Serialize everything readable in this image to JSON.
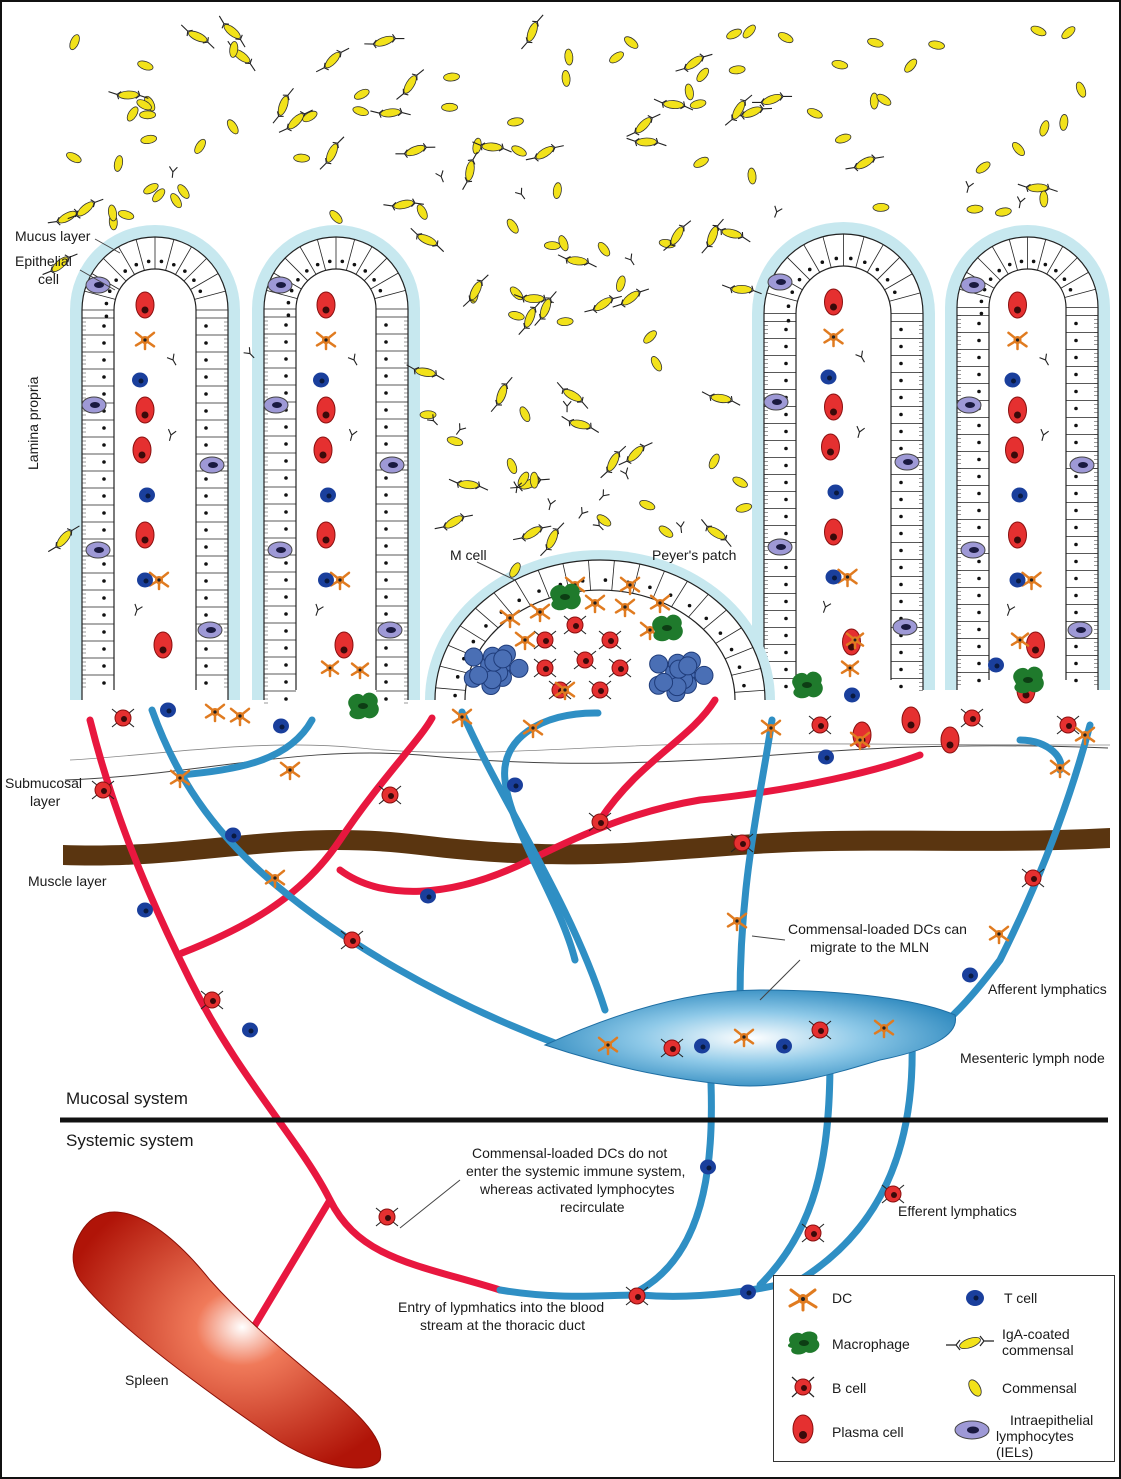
{
  "labels": {
    "mucus_layer": "Mucus layer",
    "epithelial_cell_1": "Epithelial",
    "epithelial_cell_2": "cell",
    "lamina_propria": "Lamina propria",
    "m_cell": "M cell",
    "peyers_patch": "Peyer's patch",
    "submucosal_1": "Submucosal",
    "submucosal_2": "layer",
    "muscle_layer": "Muscle layer",
    "commensal_loaded_1": "Commensal-loaded DCs can",
    "commensal_loaded_2": "migrate to the MLN",
    "afferent_lymphatics": "Afferent lymphatics",
    "mesenteric_lymph_node": "Mesenteric lymph node",
    "mucosal_system": "Mucosal system",
    "systemic_system": "Systemic system",
    "not_enter_1": "Commensal-loaded DCs do not",
    "not_enter_2": "enter the systemic immune system,",
    "not_enter_3": "whereas activated lymphocytes",
    "not_enter_4": "recirculate",
    "efferent_lymphatics": "Efferent lymphatics",
    "entry_1": "Entry of lypmhatics into the blood",
    "entry_2": "stream at the thoracic duct",
    "spleen": "Spleen"
  },
  "legend": {
    "dc": "DC",
    "t_cell": "T cell",
    "macrophage": "Macrophage",
    "iga_1": "IgA-coated",
    "iga_2": "commensal",
    "b_cell": "B cell",
    "commensal": "Commensal",
    "plasma_cell": "Plasma cell",
    "iel_1": "Intraepithelial",
    "iel_2": "lymphocytes (IELs)"
  },
  "colors": {
    "blood_vessel": "#e8173f",
    "lymphatic": "#2f8fc4",
    "muscle": "#5a3510",
    "mucus": "#c7e8ef",
    "commensal": "#f2e21a",
    "dc": "#e07b20",
    "macrophage": "#1f7a2c",
    "t_cell": "#1a3f9c",
    "plasma_cell": "#e53030",
    "iel": "#9e99d6",
    "spleen": "#c81d10"
  }
}
